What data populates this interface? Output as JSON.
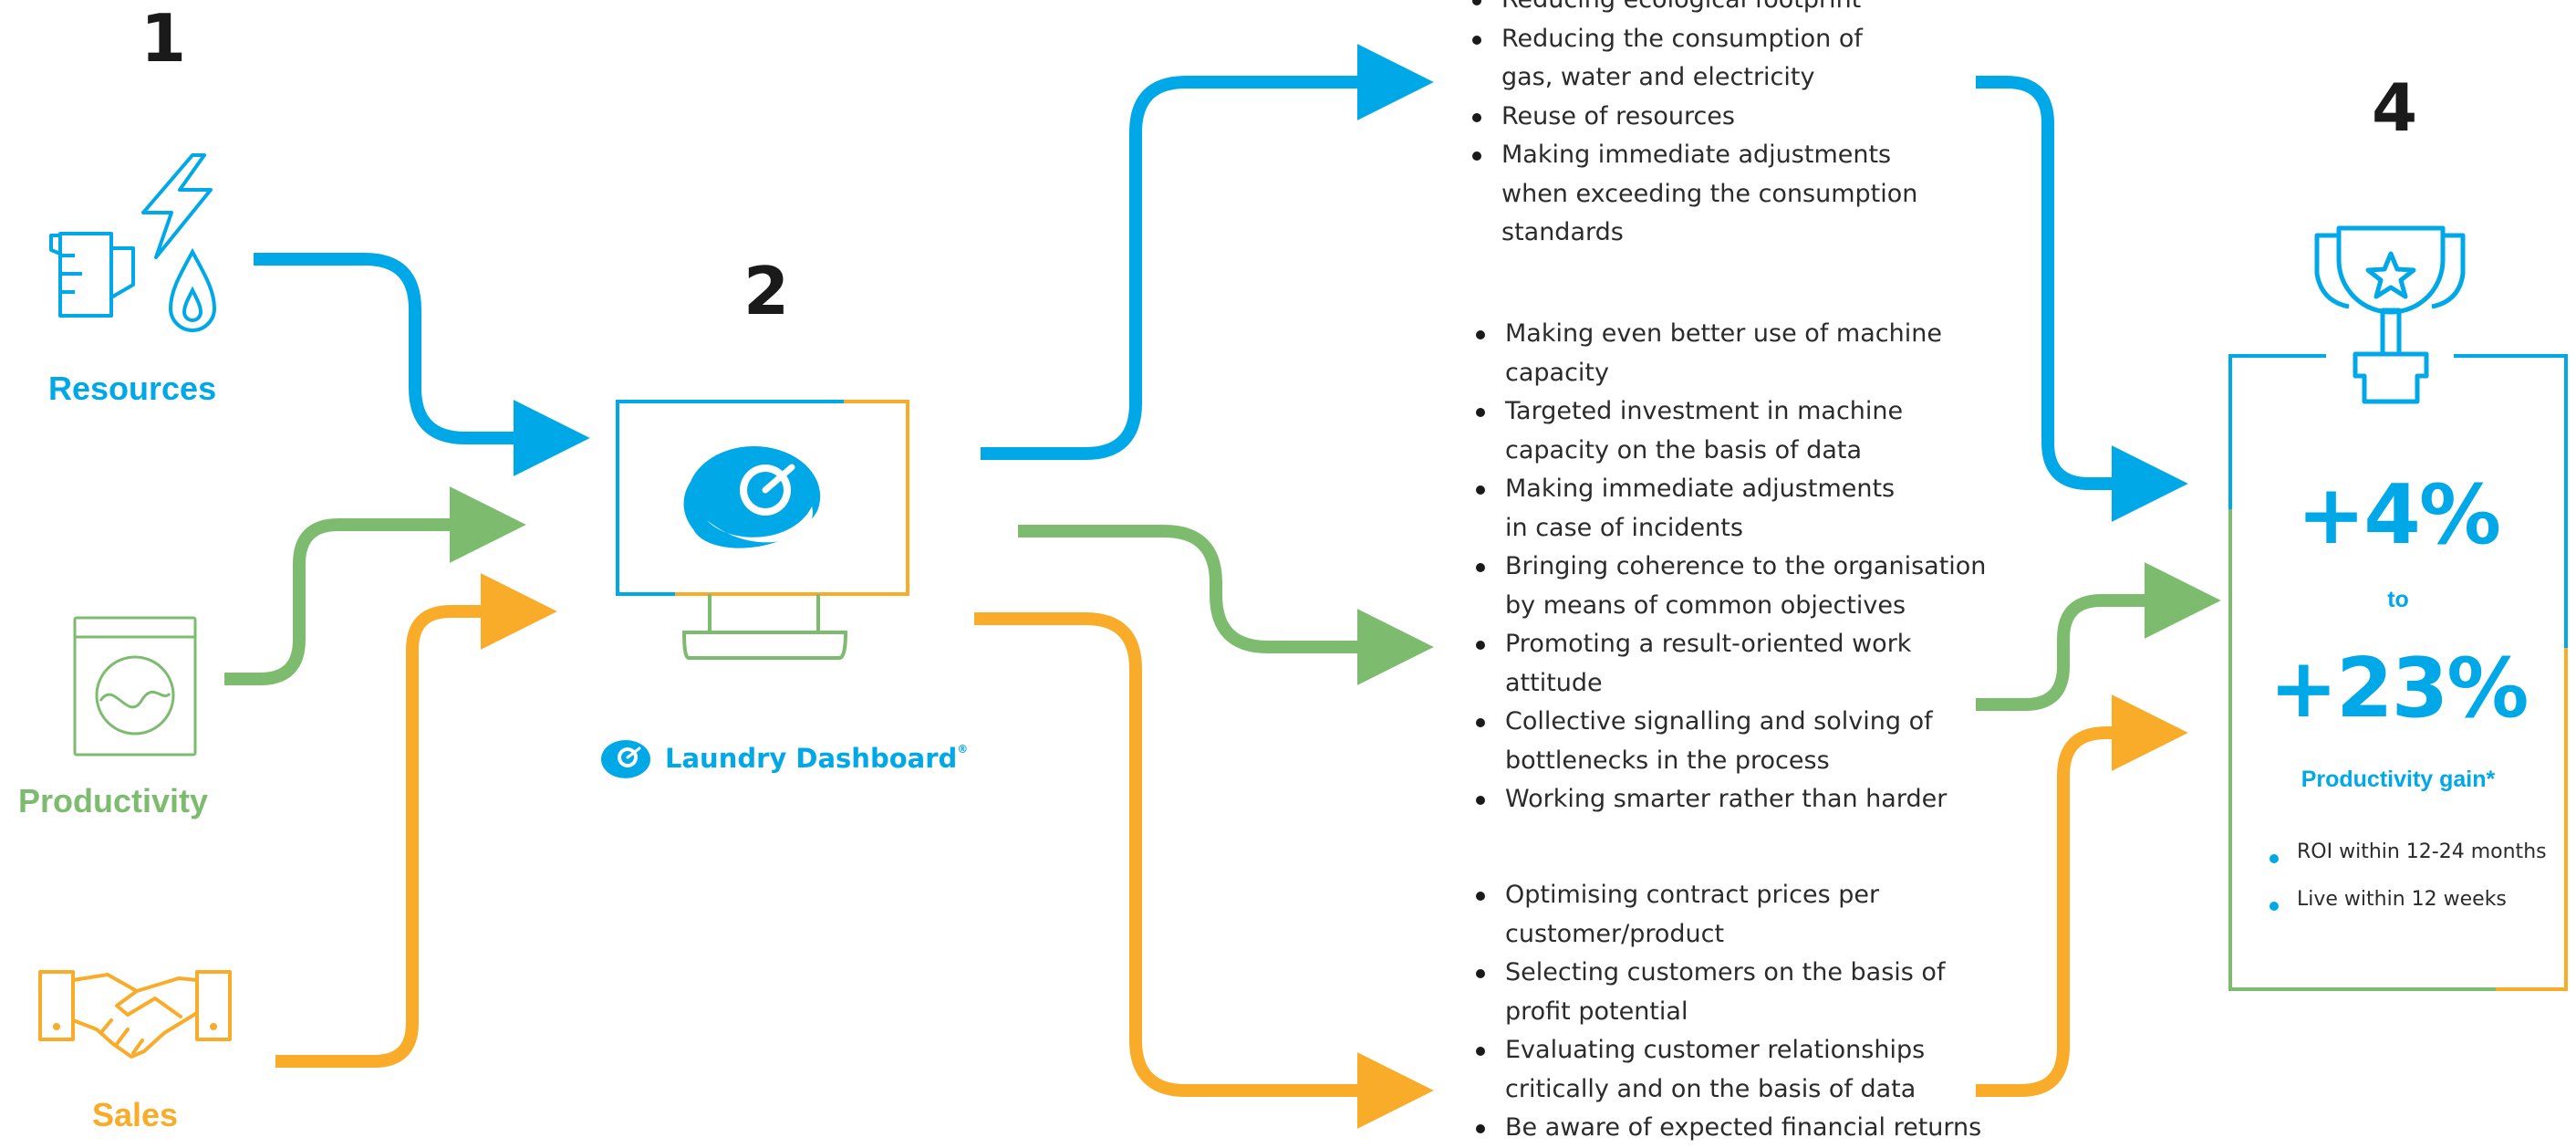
{
  "steps": {
    "one": "1",
    "two": "2",
    "four": "4"
  },
  "categories": {
    "resources": "Resources",
    "productivity": "Productivity",
    "sales": "Sales"
  },
  "brand": {
    "name": "Laundry Dashboard",
    "mark": "®"
  },
  "lists": {
    "resources": [
      "Reducing ecological footprint",
      "Reducing the consumption of\ngas, water and electricity",
      "Reuse of resources",
      "Making immediate adjustments\nwhen exceeding the consumption\nstandards"
    ],
    "productivity": [
      "Making even better use of machine\ncapacity",
      "Targeted investment in machine\ncapacity on the basis of data",
      "Making immediate adjustments\nin case of incidents",
      "Bringing coherence to the organisation\nby means of common objectives",
      "Promoting a result-oriented work\nattitude",
      "Collective signalling and solving of\nbottlenecks in the process",
      "Working smarter rather than harder"
    ],
    "sales": [
      "Optimising contract prices per\ncustomer/product",
      "Selecting customers on the basis of\nprofit potential",
      "Evaluating customer relationships\ncritically and on the basis of data",
      "Be aware of expected financial returns"
    ]
  },
  "result": {
    "low": "+4%",
    "connector": "to",
    "high": "+23%",
    "caption": "Productivity gain*",
    "bullets": [
      "ROI within 12-24 months",
      "Live within 12 weeks"
    ]
  },
  "colors": {
    "blue": "#00a8e8",
    "green": "#7dbc6f",
    "orange": "#f9ab2a",
    "text": "#2b2b2b"
  },
  "icons": [
    "lightning-bolt-icon",
    "water-drop-icon",
    "measuring-jug-icon",
    "washing-machine-icon",
    "handshake-icon",
    "monitor-icon",
    "dashboard-logo-icon",
    "trophy-icon",
    "arrow-icon"
  ]
}
